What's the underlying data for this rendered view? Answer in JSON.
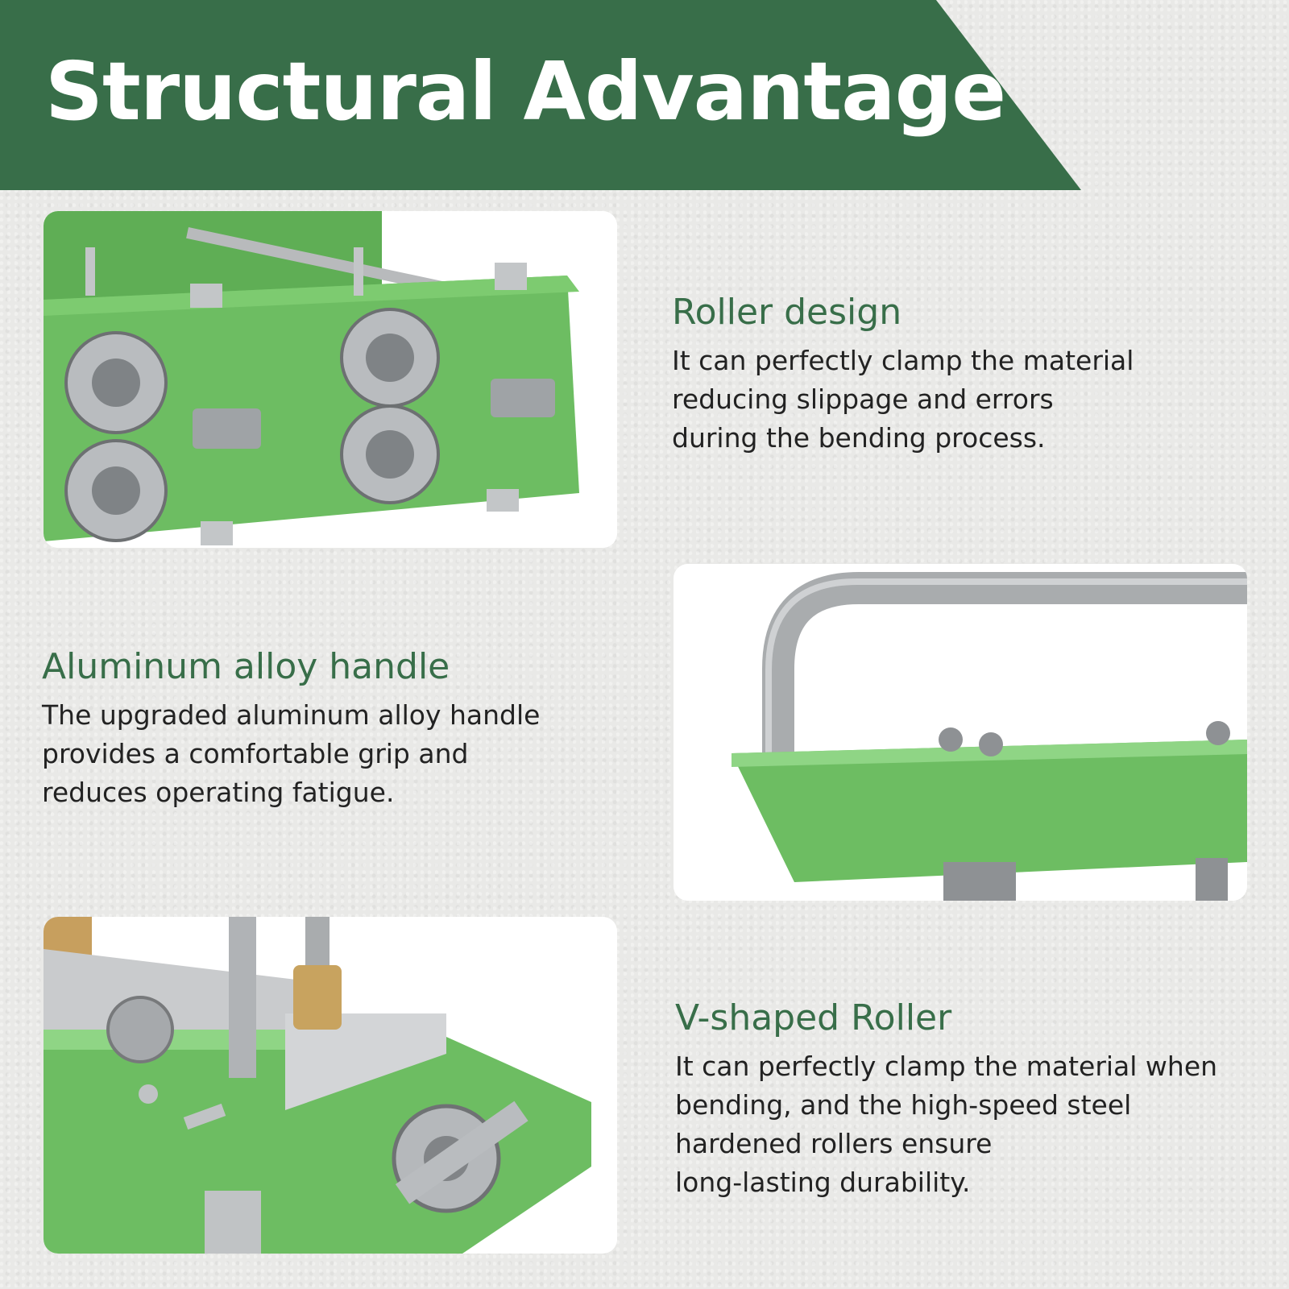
{
  "header": {
    "title": "Structural Advantage"
  },
  "colors": {
    "brand_green": "#386e49",
    "machine_green": "#6dbd62",
    "steel": "#a9acae"
  },
  "features": [
    {
      "title": "Roller design",
      "lines": [
        "It can perfectly clamp the material",
        "reducing slippage and errors",
        "during the bending process."
      ]
    },
    {
      "title": "Aluminum alloy handle",
      "lines": [
        "The upgraded aluminum alloy handle",
        "provides a comfortable grip and",
        "reduces operating fatigue."
      ]
    },
    {
      "title": "V-shaped Roller",
      "lines": [
        "It can perfectly clamp the material when",
        "bending, and the high-speed steel",
        "hardened rollers ensure",
        "long-lasting durability."
      ]
    }
  ]
}
